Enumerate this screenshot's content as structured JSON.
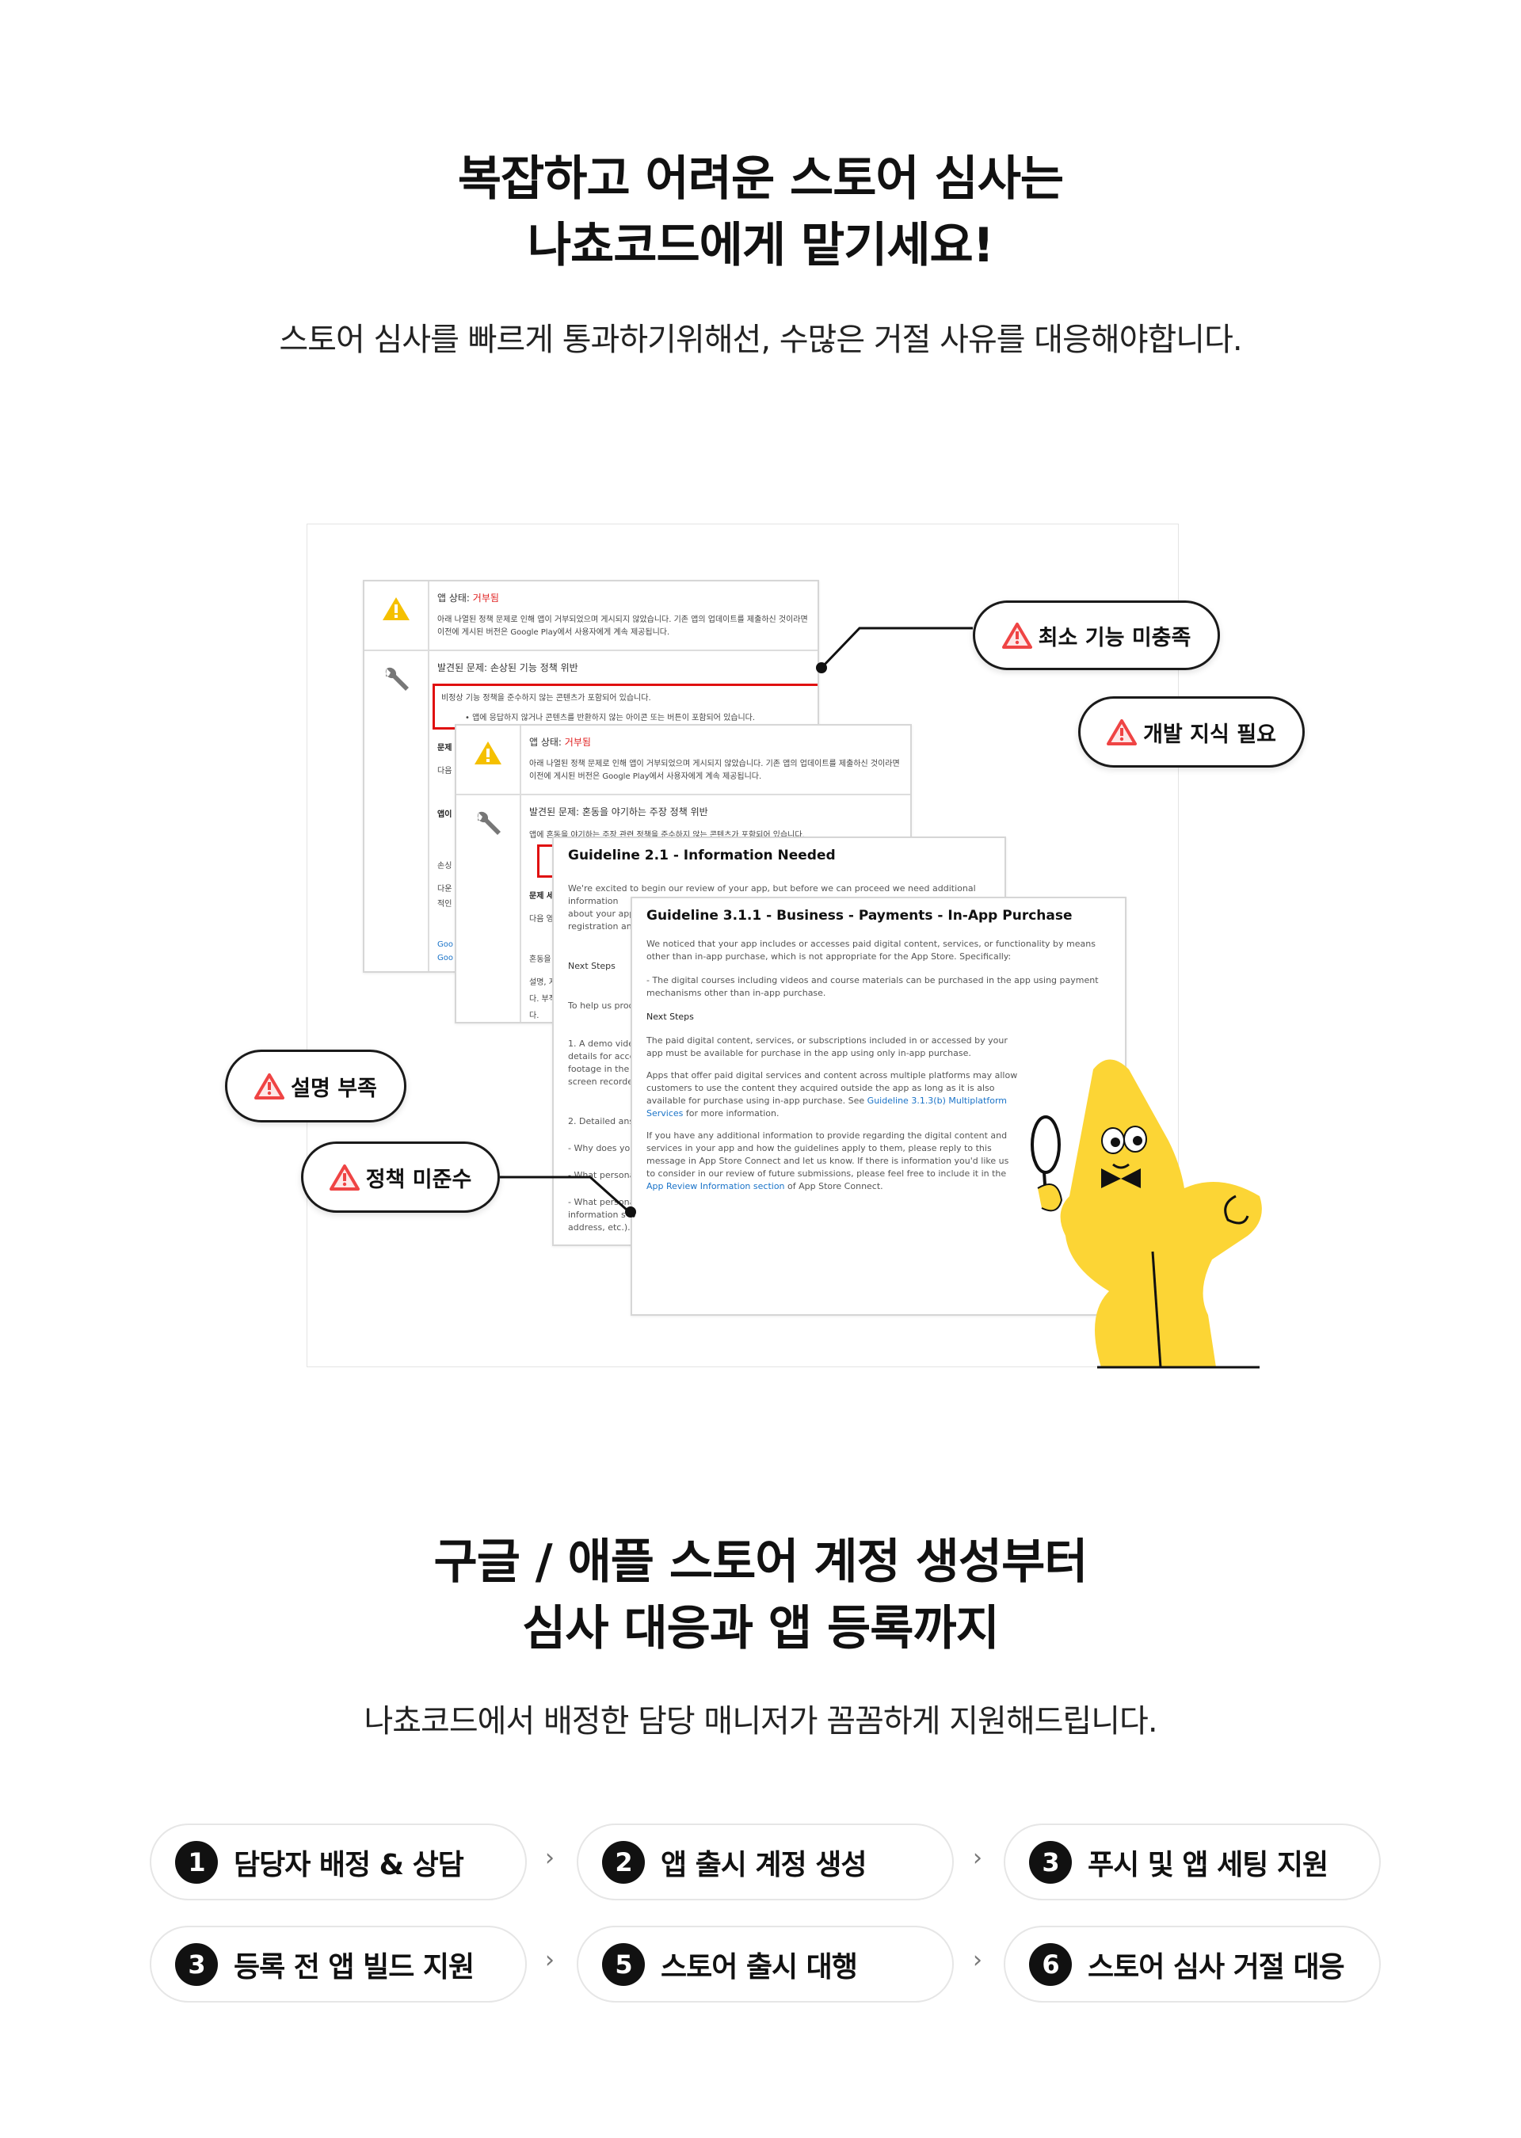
{
  "section1": {
    "title_line1": "복잡하고 어려운 스토어 심사는",
    "title_line2": "나쵸코드에게 맡기세요!",
    "subtitle": "스토어 심사를 빠르게 통과하기위해선, 수많은 거절 사유를 대응해야합니다."
  },
  "cards": {
    "card1": {
      "status_label": "앱 상태: ",
      "status_value": "거부됨",
      "status_desc": "아래 나열된 정책 문제로 인해 앱이 거부되었으며 게시되지 않았습니다. 기존 앱의 업데이트를 제출하신 것이라면 이전에 게시된 버전은 Google Play에서 사용자에게 계속 제공됩니다.",
      "issue_title": "발견된 문제: 손상된 기능 정책 위반",
      "issue_box_line1": "비정상 기능 정책을 준수하지 않는 콘텐츠가 포함되어 있습니다.",
      "issue_box_line2": "앱에 응답하지 않거나 콘텐츠를 반환하지 않는 아이콘 또는 버튼이 포함되어 있습니다.",
      "fragments": [
        "문제",
        "다음",
        "앱이",
        "손싱",
        "다운",
        "적인"
      ],
      "links": [
        "Goo",
        "Goo"
      ]
    },
    "card2": {
      "status_label": "앱 상태: ",
      "status_value": "거부됨",
      "status_desc": "아래 나열된 정책 문제로 인해 앱이 거부되었으며 게시되지 않았습니다. 기존 앱의 업데이트를 제출하신 것이라면 이전에 게시된 버전은 Google Play에서 사용자에게 계속 제공됩니다.",
      "issue_title": "발견된 문제: 혼동을 야기하는 주장 정책 위반",
      "issue_desc": "앱에 혼동을 야기하는 주장 관련 정책을 준수하지 않는 콘텐츠가 포함되어 있습니다.",
      "fragments": [
        "문제 세",
        "다음 영",
        "혼동을",
        "설명, 지",
        "다. 부적",
        "다."
      ]
    },
    "card3": {
      "title": "Guideline 2.1 - Information Needed",
      "intro": "We're excited to begin our review of your app, but before we can proceed we need additional information",
      "intro2": "about your app",
      "intro3": "registration and",
      "next_steps": "Next Steps",
      "fragments": [
        "To help us proc",
        "1. A demo video",
        "details for acce",
        "footage in the v",
        "screen recorde",
        "2. Detailed ans",
        "- Why does you",
        "- What persona",
        "- What persona",
        "information s",
        "address, etc.)."
      ]
    },
    "card4": {
      "title": "Guideline 3.1.1 - Business - Payments - In-App Purchase",
      "p1": "We noticed that your app includes or accesses paid digital content, services, or functionality by means other than in-app purchase, which is not appropriate for the App Store. Specifically:",
      "p2": "- The digital courses including videos and course materials can be purchased in the app using payment mechanisms other than in-app purchase.",
      "next_steps": "Next Steps",
      "p3": "The paid digital content, services, or subscriptions included in or accessed by your app must be available for purchase in the app using only in-app purchase.",
      "p4_pre": "Apps that offer paid digital services and content across multiple platforms may allow customers to use the content they acquired outside the app as long as it is also available for purchase using in-app purchase. See ",
      "p4_link": "Guideline 3.1.3(b) Multiplatform Services",
      "p4_post": " for more information.",
      "p5_pre": "If you have any additional information to provide regarding the digital content and services in your app and how the guidelines apply to them, please reply to this message in App Store Connect and let us know. If there is information you'd like us to consider in our review of future submissions, please feel free to include it in the ",
      "p5_link": "App Review Information section",
      "p5_post": " of App Store Connect."
    }
  },
  "badges": [
    {
      "label": "최소 기능 미충족",
      "icon": "warning-triangle-icon"
    },
    {
      "label": "개발 지식 필요",
      "icon": "warning-triangle-icon"
    },
    {
      "label": "설명 부족",
      "icon": "warning-triangle-icon"
    },
    {
      "label": "정책 미준수",
      "icon": "warning-triangle-icon"
    }
  ],
  "section2": {
    "title_line1": "구글 / 애플 스토어 계정 생성부터",
    "title_line2": "심사 대응과 앱 등록까지",
    "subtitle": "나쵸코드에서 배정한 담당 매니저가 꼼꼼하게 지원해드립니다.",
    "steps": [
      {
        "num": "1",
        "label": "담당자 배정 & 상담"
      },
      {
        "num": "2",
        "label": "앱 출시 계정 생성"
      },
      {
        "num": "3",
        "label": "푸시 및 앱 세팅 지원"
      },
      {
        "num": "3",
        "label": "등록 전 앱 빌드 지원"
      },
      {
        "num": "5",
        "label": "스토어 출시 대행"
      },
      {
        "num": "6",
        "label": "스토어 심사 거절 대응"
      }
    ],
    "chevron": "›"
  },
  "colors": {
    "warning_red": "#ef4444",
    "alert_yellow": "#f5c000",
    "mascot_yellow": "#fcd535",
    "link_blue": "#1a73c8"
  }
}
